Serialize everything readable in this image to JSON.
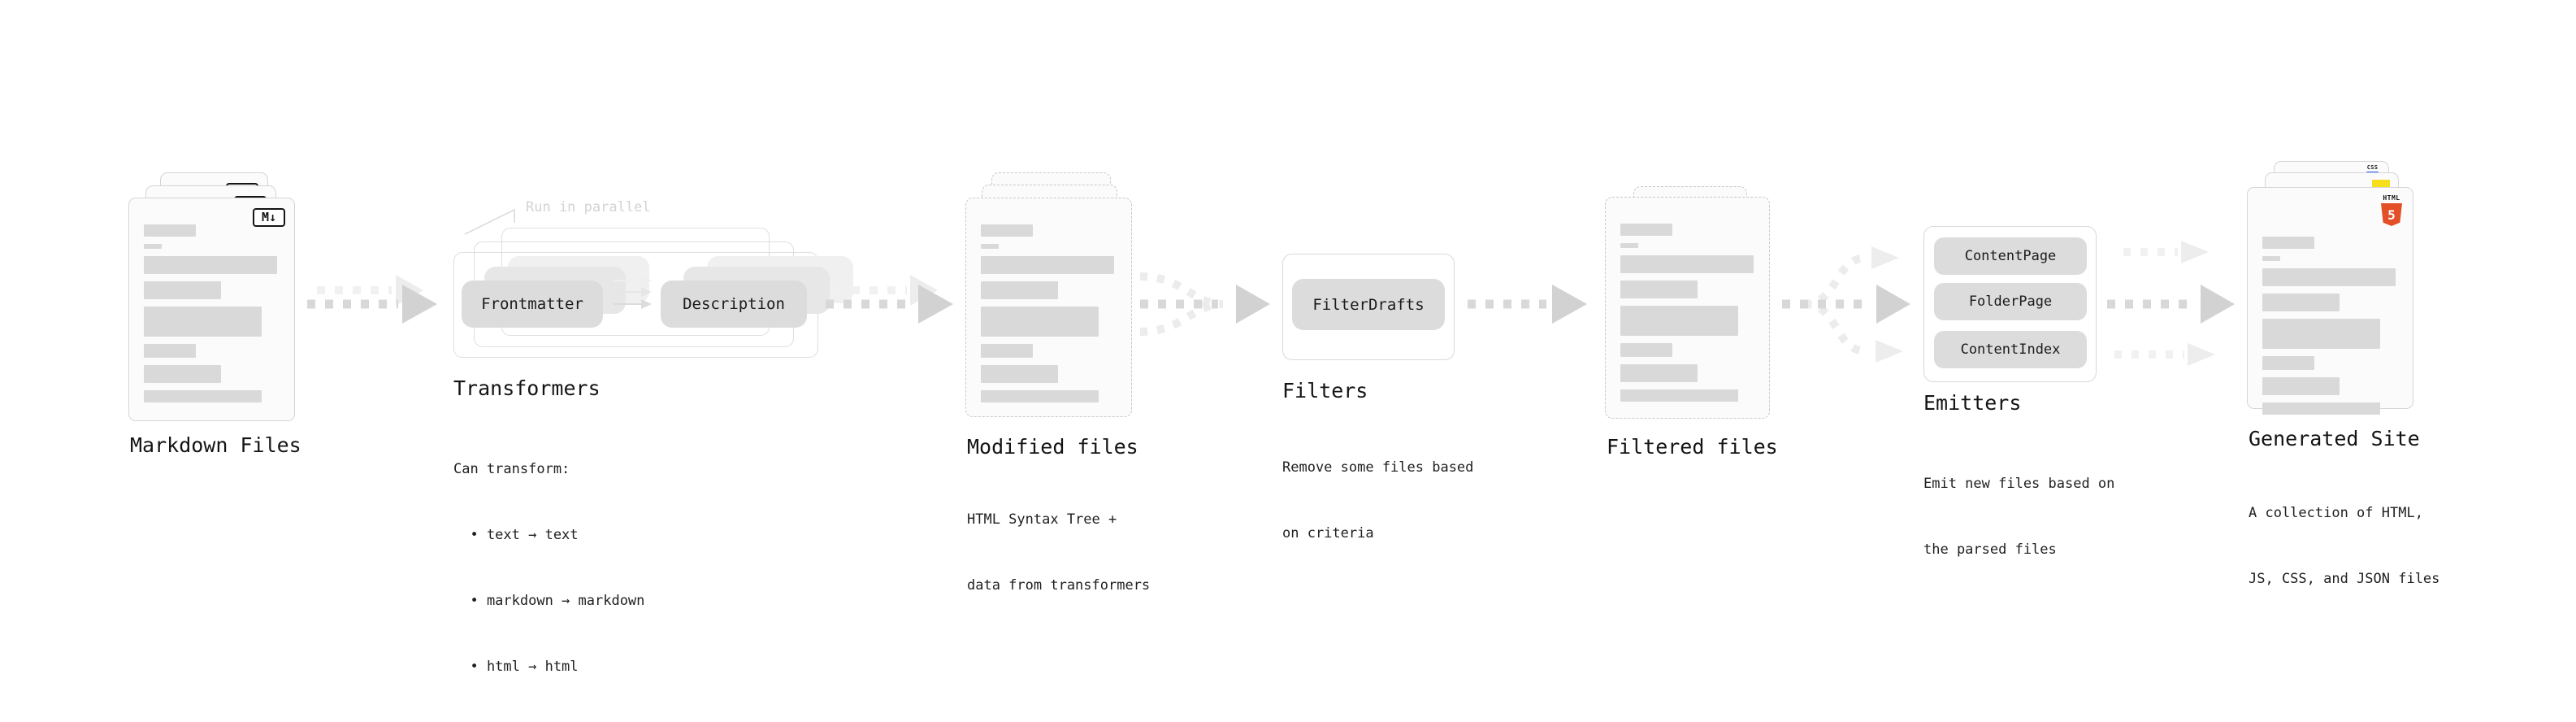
{
  "stages": [
    {
      "title": "Markdown Files",
      "subtitle_lines": []
    },
    {
      "title": "Transformers",
      "annotation": "Run in parallel",
      "pills": [
        "Frontmatter",
        "Description"
      ],
      "subtitle_lines": [
        "Can transform:",
        "  • text → text",
        "  • markdown → markdown",
        "  • html → html"
      ]
    },
    {
      "title": "Modified files",
      "subtitle_lines": [
        "HTML Syntax Tree +",
        "data from transformers"
      ]
    },
    {
      "title": "Filters",
      "pills": [
        "FilterDrafts"
      ],
      "subtitle_lines": [
        "Remove some files based",
        "on criteria"
      ]
    },
    {
      "title": "Filtered files",
      "subtitle_lines": []
    },
    {
      "title": "Emitters",
      "pills": [
        "ContentPage",
        "FolderPage",
        "ContentIndex"
      ],
      "subtitle_lines": [
        "Emit new files based on",
        "the parsed files"
      ]
    },
    {
      "title": "Generated Site",
      "subtitle_lines": [
        "A collection of HTML,",
        "JS, CSS, and JSON files"
      ],
      "badges": {
        "css_label": "CSS",
        "html5_label": "HTML",
        "html5_numeral": "5"
      }
    }
  ],
  "icons": {
    "markdown_badge": "M↓"
  },
  "colors": {
    "html5_orange": "#e34f26",
    "js_yellow": "#f7df1e",
    "css_blue": "#2965f1",
    "placeholder_bar": "#d9d9d9",
    "arrow_dark": "#d8d8d8",
    "arrow_light": "#f0f0f0",
    "card_border": "#d5d5d5",
    "faded_text": "#d3d3d3"
  }
}
